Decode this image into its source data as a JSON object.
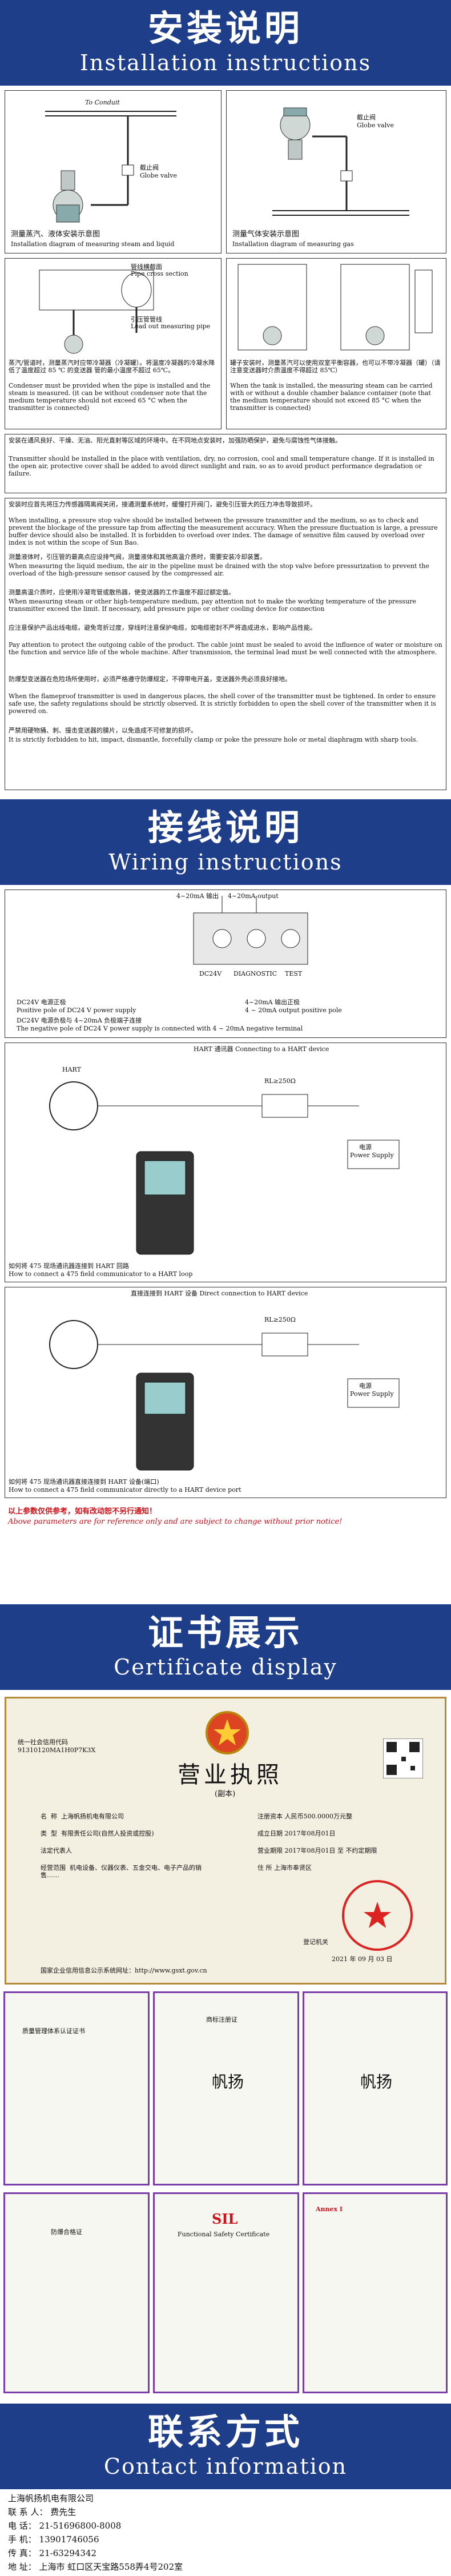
{
  "install": {
    "title_zh": "安装说明",
    "title_en": "Installation instructions",
    "diag1": {
      "conduit": "To Conduit",
      "valve": "截止阀",
      "valve_en": "Globe valve"
    },
    "diag2": {
      "valve": "截止阀",
      "valve_en": "Globe valve"
    },
    "cap1_zh": "测量蒸汽、液体安装示意图",
    "cap1_en": "Installation diagram of measuring steam and liquid",
    "cap2_zh": "测量气体安装示意图",
    "cap2_en": "Installation diagram of measuring gas",
    "diag3": {
      "l1": "管线横截面",
      "l2": "Pipe cross section",
      "l3": "引压管管线",
      "l4": "Lead out measuring pipe"
    },
    "p1": "蒸汽/管道时，测量蒸汽时应带冷凝器（冷凝罐）。将温度冷凝器的冷凝水降低了温度超过 85 ℃ 的变送器 管的最小温度不超过 65℃。",
    "p1_en": "Condenser must be provided when the pipe is installed and the steam is measured. (it can be without condenser note that the medium temperature should not exceed 65 °C when the transmitter is connected)",
    "p2": "罐子安装时，测量蒸汽可以使用双室平衡容器，也可以不带冷凝器（罐）（请注意变送器时介质温度不得超过 85℃）",
    "p2_en": "When the tank is installed, the measuring steam can be carried with or without a double chamber balance container (note that the medium temperature should not exceed 85 °C when the transmitter is connected)",
    "p3": "安装在通风良好、干燥、无油、阳光直射等区域的环境中。在不同地点安装时，加强防晒保护，避免与腐蚀性气体接触。",
    "p3_en": "Transmitter should be installed in the place with ventilation, dry, no corrosion, cool and small temperature change. If it is installed in the open air, protective cover shall be added to avoid direct sunlight and rain, so as to avoid product performance degradation or failure.",
    "p4": "安装时应首先将压力传感器隔离阀关闭，接通测量系统时，缓慢打开阀门，避免引压管大的压力冲击导致损坏。",
    "p4_en": "When installing, a pressure stop valve should be installed between the pressure transmitter and the medium, so as to check and prevent the blockage of the pressure tap from affecting the measurement accuracy. When the pressure fluctuation is large, a pressure buffer device should also be installed. It is forbidden to overload over index. The damage of sensitive film caused by overload over index is not within the scope of Sun Bao.",
    "p5": "测量液体时，引压管的最高点应设排气阀，测量液体和其他高温介质时，需要安装冷却装置。",
    "p5_en": "When measuring the liquid medium, the air in the pipeline must be drained with the stop valve before pressurization to prevent the overload of the high-pressure sensor caused by the compressed air.",
    "p6": "测量高温介质时，应使用冷凝弯管或散热器，使变送器的工作温度不超过额定值。",
    "p6_en": "When measuring steam or other high-temperature medium, pay attention not to make the working temperature of the pressure transmitter exceed the limit. If necessary, add pressure pipe or other cooling device for connection",
    "p7": "应注意保护产品出线电缆，避免弯折过度，穿线时注意保护电缆，如电缆密封不严将造成进水，影响产品性能。",
    "p7_en": "Pay attention to protect the outgoing cable of the product. The cable joint must be sealed to avoid the influence of water or moisture on the function and service life of the whole machine. After transmission, the terminal lead must be well connected with the atmosphere.",
    "p8": "防爆型变送器在危险场所使用时，必须严格遵守防爆规定，不得带电开盖，变送器外壳必须良好接地。",
    "p8_en": "When the flameproof transmitter is used in dangerous places, the shell cover of the transmitter must be tightened. In order to ensure safe use, the safety regulations should be strictly observed. It is strictly forbidden to open the shell cover of the transmitter when it is powered on.",
    "p9": "严禁用硬物捅、刺、撞击变送器的膜片，以免造成不可修复的损坏。",
    "p9_en": "It is strictly forbidden to hit, impact, dismantle, forcefully clamp or poke the pressure hole or metal diaphragm with sharp tools."
  },
  "wiring": {
    "title_zh": "接线说明",
    "title_en": "Wiring instructions",
    "d1": {
      "a": "4~20mA 输出",
      "b": "4~20mA output",
      "c": "DC24V",
      "d": "DIAGNOSTIC",
      "e": "TEST"
    },
    "t1": [
      [
        "DC24V 电源正极",
        "4~20mA 输出正极"
      ],
      [
        "Positive pole of DC24 V power supply",
        "4 ~ 20mA output positive pole"
      ]
    ],
    "t1_row2_zh": "DC24V 电源负极与 4~20mA 负极端子连接",
    "t1_row2_en": "The negative pole of DC24 V power supply is connected with 4 ~ 20mA negative terminal",
    "d2_title": "HART 通讯器    Connecting to a HART device",
    "d2": {
      "rl": "RL≥250Ω",
      "ps": "电源",
      "ps_en": "Power Supply",
      "hart": "HART"
    },
    "cap3_zh": "如何将 475 现场通讯器连接到 HART 回路",
    "cap3_en": "How to connect a 475 field communicator to a HART loop",
    "d3_title": "直接连接到 HART 设备    Direct connection to HART device",
    "d3": {
      "rl": "RL≥250Ω",
      "ps": "电源",
      "ps_en": "Power Supply"
    },
    "cap4_zh": "如何将 475 现场通讯器直接连接到 HART 设备(端口)",
    "cap4_en": "How to connect a 475 field communicator directly to a HART device port",
    "note_zh": "以上参数仅供参考，如有改动恕不另行通知！",
    "note_en": "Above parameters are for reference only and are subject to change without prior notice!"
  },
  "certs": {
    "title_zh": "证书展示",
    "title_en": "Certificate display",
    "license": {
      "top_left": "统一社会信用代码",
      "code": "91310120MA1H0P7K3X",
      "title": "营业执照",
      "sub": "(副本)",
      "rows": [
        [
          "名",
          "称",
          "上海帆扬机电有限公司"
        ],
        [
          "类",
          "型",
          "有限责任公司(自然人投资或控股)"
        ],
        [
          "法定代表人",
          "",
          ""
        ],
        [
          "经营范围",
          "",
          "机电设备、仪器仪表、五金交电、电子产品的销售……"
        ]
      ],
      "right_rows": [
        "注册资本  人民币500.0000万元整",
        "成立日期  2017年08月01日",
        "营业期限  2017年08月01日 至 不约定期限",
        "住    所  上海市奉贤区"
      ],
      "registrar": "登记机关",
      "date": "2021 年 09 月 03 日",
      "footer": "国家企业信用信息公示系统网址：http://www.gsxt.gov.cn"
    },
    "c1": "质量管理体系认证证书",
    "c2_title": "帆扬",
    "c2_sub": "商标注册证",
    "c3_title": "帆扬",
    "c4_title": "防爆合格证",
    "c5_title": "SIL",
    "c5_sub": "Functional Safety Certificate",
    "c6_title": "Annex I"
  },
  "contact": {
    "title_zh": "联系方式",
    "title_en": "Contact information",
    "lines": [
      "上海帆扬机电有限公司",
      "联 系 人：  费先生",
      "电    话：  21-51696800-8008",
      "手    机：  13901746056",
      "传    真：  21-63294342",
      "地    址：  上海市 虹口区天宝路558弄4号202室"
    ]
  },
  "colors": {
    "banner": "#1e3e8a",
    "note_red": "#d0121b",
    "cert_border": "#7b3ea8"
  }
}
